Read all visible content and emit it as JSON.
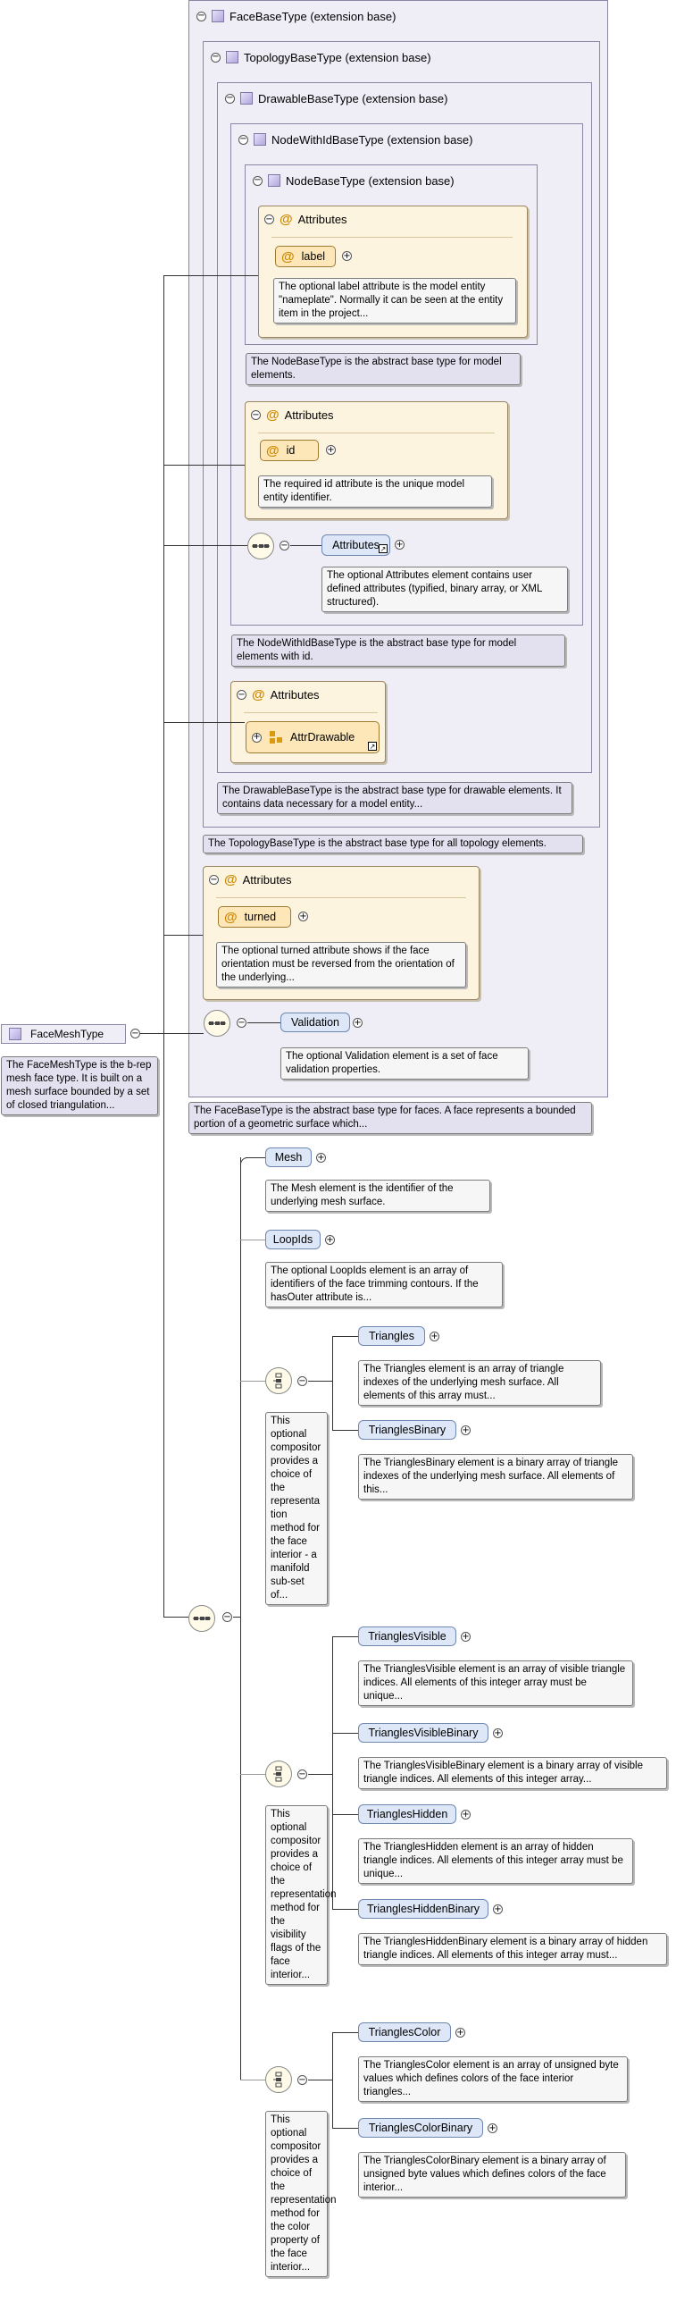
{
  "types": {
    "face_base": "FaceBaseType (extension base)",
    "topology_base": "TopologyBaseType (extension base)",
    "drawable_base": "DrawableBaseType (extension base)",
    "node_with_id_base": "NodeWithIdBaseType (extension base)",
    "node_base": "NodeBaseType (extension base)"
  },
  "root": {
    "name": "FaceMeshType",
    "doc": "The FaceMeshType is the b-rep mesh face type. It is built on a mesh surface bounded by a set of closed triangulation..."
  },
  "attributes_label": "Attributes",
  "attr": {
    "label": "label",
    "label_doc": "The optional label attribute is the model entity \"nameplate\". Normally it can be seen at the entity item in the project...",
    "id": "id",
    "id_doc": "The required id attribute is the unique model entity identifier.",
    "turned": "turned",
    "turned_doc": "The optional turned attribute shows if the face orientation must be reversed from the orientation of the underlying..."
  },
  "docs": {
    "node_base": "The NodeBaseType is the abstract base type for model elements.",
    "node_with_id": "The NodeWithIdBaseType is the abstract base type for model elements with id.",
    "drawable": "The DrawableBaseType is the abstract base type for drawable elements. It contains data necessary for a model entity...",
    "topology": "The TopologyBaseType is the abstract base type for all topology elements.",
    "face": "The FaceBaseType is the abstract base type for faces. A face represents a bounded portion of a geometric surface which..."
  },
  "elements": {
    "attributes_elem": "Attributes",
    "attributes_elem_doc": "The optional Attributes element contains user defined attributes (typified, binary array, or XML structured).",
    "attr_drawable": "AttrDrawable",
    "validation": "Validation",
    "validation_doc": "The optional Validation element is a set of face validation properties.",
    "mesh": "Mesh",
    "mesh_doc": "The Mesh element is the identifier of the underlying mesh surface.",
    "loopids": "LoopIds",
    "loopids_doc": "The optional LoopIds element is an array of identifiers of the face trimming contours. If the hasOuter attribute is...",
    "triangles": "Triangles",
    "triangles_doc": "The Triangles element is an array of triangle indexes of the underlying mesh surface. All elements of this array must...",
    "triangles_binary": "TrianglesBinary",
    "triangles_binary_doc": "The TrianglesBinary element is a binary array of triangle indexes of the underlying mesh surface. All elements of this...",
    "triangles_visible": "TrianglesVisible",
    "triangles_visible_doc": "The TrianglesVisible element is an array of visible triangle indices. All elements of this integer array must be unique...",
    "triangles_visible_binary": "TrianglesVisibleBinary",
    "triangles_visible_binary_doc": "The TrianglesVisibleBinary element is a binary array of visible triangle indices. All elements of this integer array...",
    "triangles_hidden": "TrianglesHidden",
    "triangles_hidden_doc": "The TrianglesHidden element is an array of hidden triangle indices. All elements of this integer array must be unique...",
    "triangles_hidden_binary": "TrianglesHiddenBinary",
    "triangles_hidden_binary_doc": "The TrianglesHiddenBinary element is a binary array of hidden triangle indices. All elements of this integer array must...",
    "triangles_color": "TrianglesColor",
    "triangles_color_doc": "The TrianglesColor element is an array of unsigned byte values which defines colors of the face interior triangles...",
    "triangles_color_binary": "TrianglesColorBinary",
    "triangles_color_binary_doc": "The TrianglesColorBinary element is a binary array of unsigned byte values which defines colors of the face interior..."
  },
  "compositors": {
    "choice1_doc": "This optional compositor provides a choice of the representation method for the face interior - a manifold sub-set of...",
    "choice2_doc": "This optional compositor provides a choice of the representation method for the visibility flags of the face interior...",
    "choice3_doc": "This optional compositor provides a choice of the representation method for the color property of the face interior..."
  },
  "icons": {
    "expand": "minus-circle",
    "add": "plus-circle",
    "type": "cube-icon",
    "attribute": "at-icon",
    "sequence": "sequence-icon",
    "choice": "choice-icon",
    "reference": "arrow-ref-icon"
  },
  "colors": {
    "type_box": "#efedf6",
    "attr_group": "#fcf4de",
    "element": "#dde7f7",
    "doc_purple": "#e3e1ef"
  }
}
